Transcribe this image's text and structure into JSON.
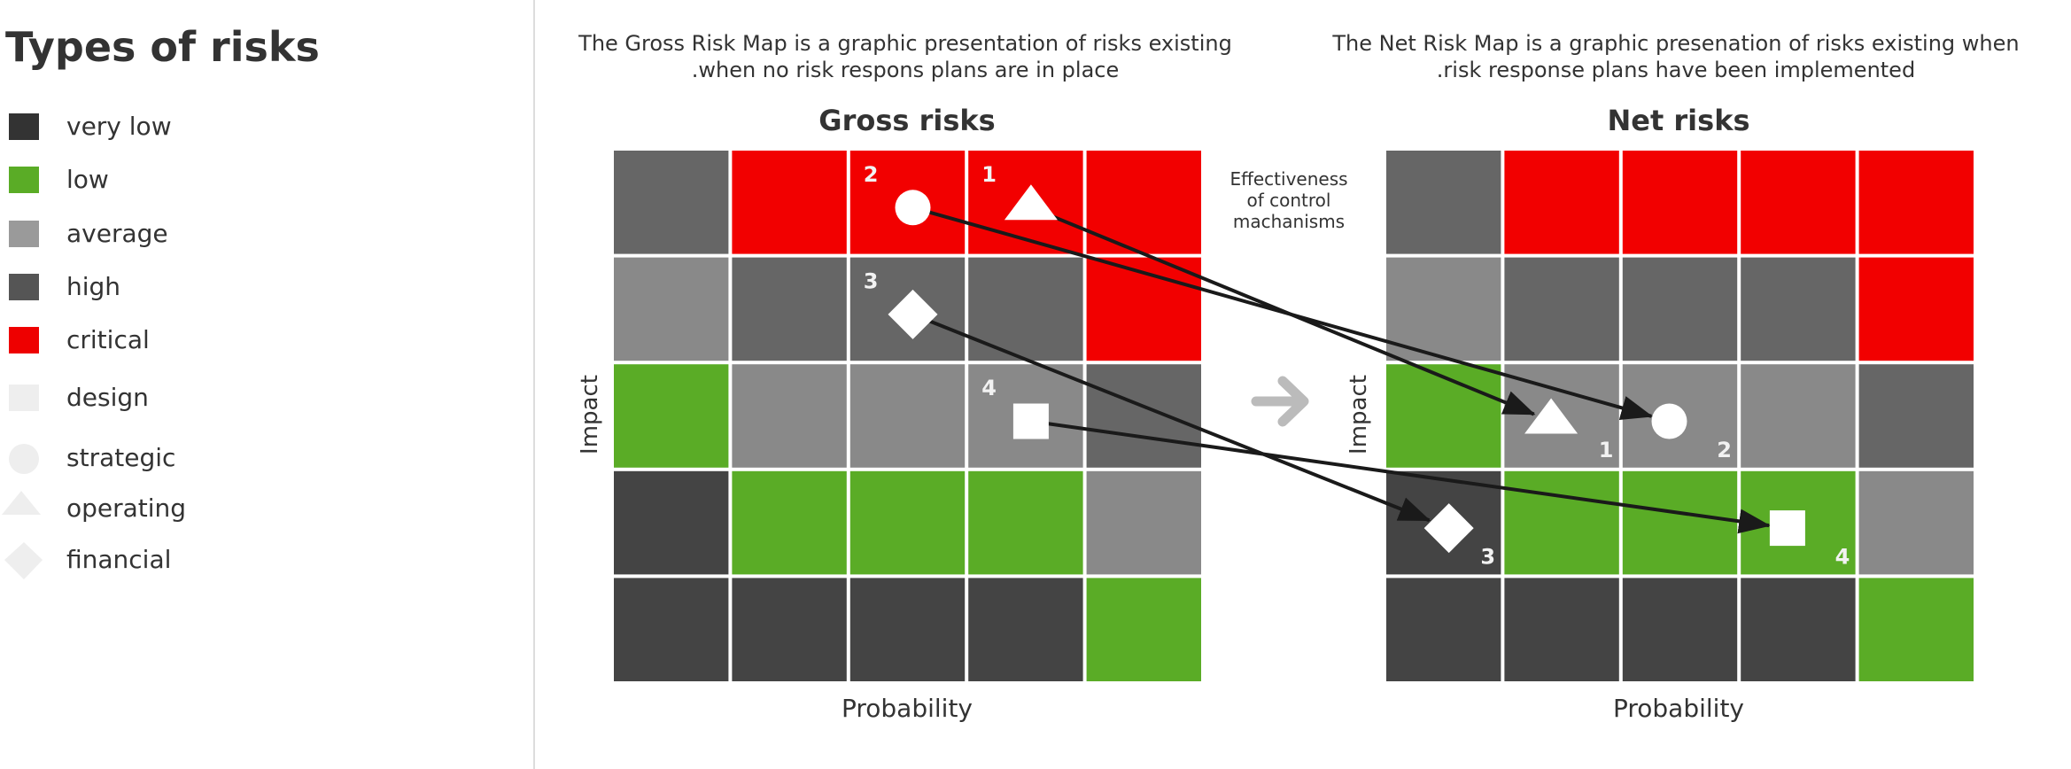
{
  "legend": {
    "title": "Types of risks",
    "levels": [
      {
        "label": "very low",
        "color": "#333333"
      },
      {
        "label": "low",
        "color": "#5aac26"
      },
      {
        "label": "average",
        "color": "#9a9a9a"
      },
      {
        "label": "high",
        "color": "#555555"
      },
      {
        "label": "critical",
        "color": "#ee0000"
      },
      {
        "label": "design",
        "color": "#eeeeee"
      }
    ],
    "shapes": [
      {
        "label": "strategic",
        "shape": "circle"
      },
      {
        "label": "operating",
        "shape": "triangle"
      },
      {
        "label": "financial",
        "shape": "diamond"
      }
    ]
  },
  "colors": {
    "critical": "#f20000",
    "low": "#5aac26",
    "average": "#898989",
    "high": "#666666",
    "very_low": "#444444",
    "marker": "#ffffff",
    "arrow": "#1a1a1a",
    "flow_arrow": "#bbbbbb"
  },
  "gross": {
    "description_lines": [
      "The Gross Risk Map is a graphic presentation of risks existing",
      ".when no risk respons plans are in place"
    ],
    "title": "Gross risks",
    "xlabel": "Probability",
    "ylabel": "Impact",
    "grid": [
      [
        "high",
        "critical",
        "critical",
        "critical",
        "critical"
      ],
      [
        "average",
        "high",
        "high",
        "high",
        "critical"
      ],
      [
        "low",
        "average",
        "average",
        "average",
        "high"
      ],
      [
        "very_low",
        "low",
        "low",
        "low",
        "average"
      ],
      [
        "very_low",
        "very_low",
        "very_low",
        "very_low",
        "low"
      ]
    ],
    "risks": [
      {
        "id": "1",
        "shape": "triangle",
        "row": 1,
        "col": 4
      },
      {
        "id": "2",
        "shape": "circle",
        "row": 1,
        "col": 3
      },
      {
        "id": "3",
        "shape": "diamond",
        "row": 2,
        "col": 3
      },
      {
        "id": "4",
        "shape": "square",
        "row": 3,
        "col": 4
      }
    ]
  },
  "net": {
    "description_lines": [
      "The Net Risk Map is a graphic presenation of risks existing when",
      ".risk response plans have been implemented"
    ],
    "title": "Net risks",
    "xlabel": "Probability",
    "ylabel": "Impact",
    "grid": [
      [
        "high",
        "critical",
        "critical",
        "critical",
        "critical"
      ],
      [
        "average",
        "high",
        "high",
        "high",
        "critical"
      ],
      [
        "low",
        "average",
        "average",
        "average",
        "high"
      ],
      [
        "very_low",
        "low",
        "low",
        "low",
        "average"
      ],
      [
        "very_low",
        "very_low",
        "very_low",
        "very_low",
        "low"
      ]
    ],
    "risks": [
      {
        "id": "1",
        "shape": "triangle",
        "row": 3,
        "col": 2
      },
      {
        "id": "2",
        "shape": "circle",
        "row": 3,
        "col": 3
      },
      {
        "id": "3",
        "shape": "diamond",
        "row": 4,
        "col": 1
      },
      {
        "id": "4",
        "shape": "square",
        "row": 4,
        "col": 4
      }
    ]
  },
  "transition": {
    "label_lines": [
      "Effectiveness",
      "of control",
      "machanisms"
    ]
  }
}
